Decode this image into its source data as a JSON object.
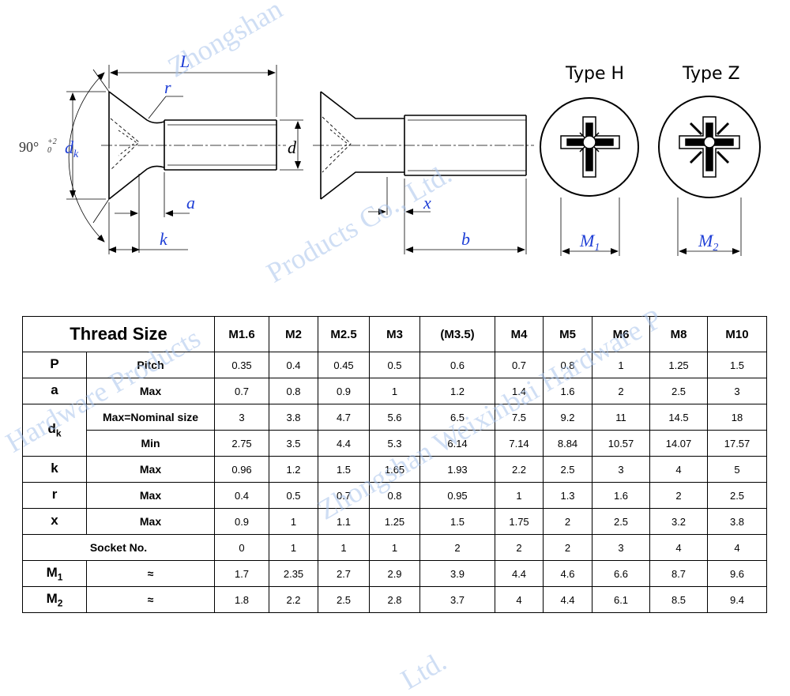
{
  "diagram": {
    "dim_L": "L",
    "dim_r": "r",
    "dim_angle": "90°",
    "dim_angle_tol": "+2",
    "dim_angle_tol2": "0",
    "dim_dk": "d",
    "dim_dk_sub": "k",
    "dim_d": "d",
    "dim_a": "a",
    "dim_k": "k",
    "dim_x": "x",
    "dim_b": "b",
    "type_h": "Type H",
    "type_z": "Type Z",
    "dim_m1": "M",
    "dim_m1_sub": "1",
    "dim_m2": "M",
    "dim_m2_sub": "2"
  },
  "watermark": {
    "text1": "Zhongshan",
    "text2": "Products Co., Ltd.",
    "text3": "Hardware Products",
    "text4": "Zhongshan Weixinbai Hardware P",
    "text5": "Ltd."
  },
  "table": {
    "title": "Thread Size",
    "sizes": [
      "M1.6",
      "M2",
      "M2.5",
      "M3",
      "(M3.5)",
      "M4",
      "M5",
      "M6",
      "M8",
      "M10"
    ],
    "rows": [
      {
        "name": "P",
        "name_sub": "",
        "label": "Pitch",
        "values": [
          "0.35",
          "0.4",
          "0.45",
          "0.5",
          "0.6",
          "0.7",
          "0.8",
          "1",
          "1.25",
          "1.5"
        ]
      },
      {
        "name": "a",
        "name_sub": "",
        "label": "Max",
        "values": [
          "0.7",
          "0.8",
          "0.9",
          "1",
          "1.2",
          "1.4",
          "1.6",
          "2",
          "2.5",
          "3"
        ]
      },
      {
        "name": "d",
        "name_sub": "k",
        "label": "Max=Nominal size",
        "values": [
          "3",
          "3.8",
          "4.7",
          "5.6",
          "6.5",
          "7.5",
          "9.2",
          "11",
          "14.5",
          "18"
        ]
      },
      {
        "name": "",
        "name_sub": "",
        "label": "Min",
        "values": [
          "2.75",
          "3.5",
          "4.4",
          "5.3",
          "6.14",
          "7.14",
          "8.84",
          "10.57",
          "14.07",
          "17.57"
        ]
      },
      {
        "name": "k",
        "name_sub": "",
        "label": "Max",
        "values": [
          "0.96",
          "1.2",
          "1.5",
          "1.65",
          "1.93",
          "2.2",
          "2.5",
          "3",
          "4",
          "5"
        ]
      },
      {
        "name": "r",
        "name_sub": "",
        "label": "Max",
        "values": [
          "0.4",
          "0.5",
          "0.7",
          "0.8",
          "0.95",
          "1",
          "1.3",
          "1.6",
          "2",
          "2.5"
        ]
      },
      {
        "name": "x",
        "name_sub": "",
        "label": "Max",
        "values": [
          "0.9",
          "1",
          "1.1",
          "1.25",
          "1.5",
          "1.75",
          "2",
          "2.5",
          "3.2",
          "3.8"
        ]
      },
      {
        "name": "Socket No.",
        "name_sub": "",
        "label": "",
        "values": [
          "0",
          "1",
          "1",
          "1",
          "2",
          "2",
          "2",
          "3",
          "4",
          "4"
        ]
      },
      {
        "name": "M",
        "name_sub": "1",
        "label": "≈",
        "values": [
          "1.7",
          "2.35",
          "2.7",
          "2.9",
          "3.9",
          "4.4",
          "4.6",
          "6.6",
          "8.7",
          "9.6"
        ]
      },
      {
        "name": "M",
        "name_sub": "2",
        "label": "≈",
        "values": [
          "1.8",
          "2.2",
          "2.5",
          "2.8",
          "3.7",
          "4",
          "4.4",
          "6.1",
          "8.5",
          "9.4"
        ]
      }
    ]
  }
}
